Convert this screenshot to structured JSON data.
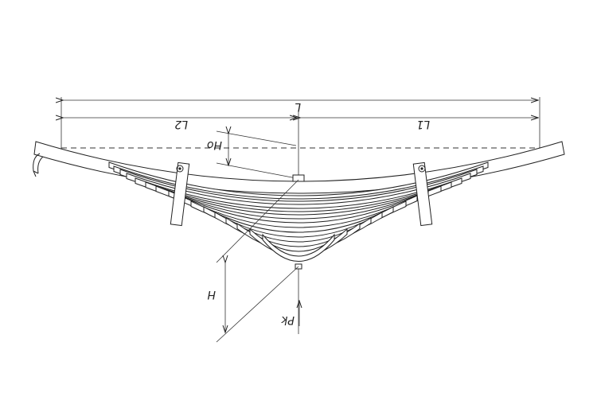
{
  "diagram": {
    "labels": {
      "overall_length": "L",
      "segment_left": "L2",
      "segment_right": "L1",
      "arc_height": "Ho",
      "deflection": "H",
      "load": "Pk"
    }
  }
}
